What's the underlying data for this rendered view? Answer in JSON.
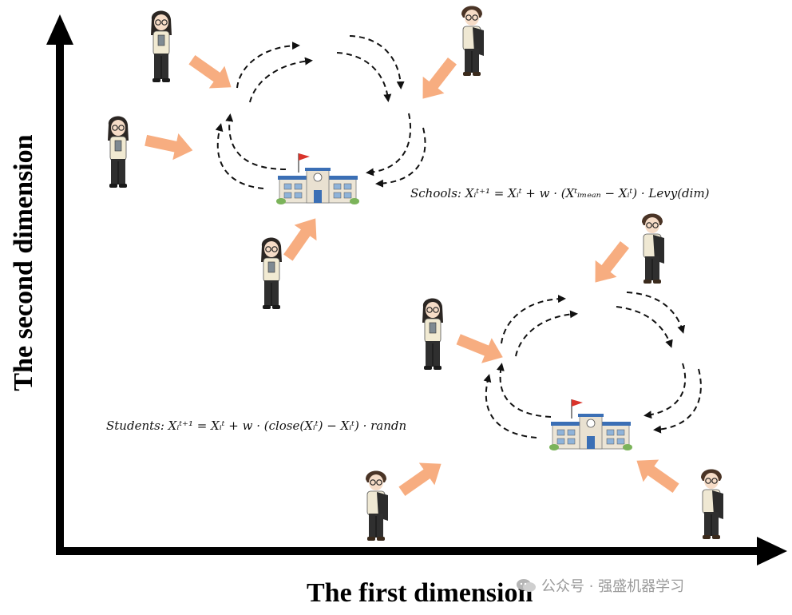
{
  "axes": {
    "x_label": "The first dimension",
    "y_label": "The second dimension"
  },
  "formulas": {
    "schools": "Schools: Xᵢᵗ⁺¹ = Xᵢᵗ + w · (Xᵗᵢₘₑₐₙ − Xᵢᵗ) · Levy(dim)",
    "students": "Students: Xᵢᵗ⁺¹ = Xᵢᵗ + w · (close(Xᵢᵗ) − Xᵢᵗ) · randn"
  },
  "watermark": "公众号 · 强盛机器学习",
  "icons": {
    "student_female": "female-student-icon",
    "student_male": "male-student-icon",
    "school": "school-building-icon",
    "influence_arrow": "orange-arrow-icon",
    "cycle_arrow": "dashed-curved-arrow-icon"
  },
  "colors": {
    "axis": "#000000",
    "influence_arrow": "#f7ad80",
    "dashed_arrow": "#111111",
    "school_roof": "#3b6fb5",
    "flag": "#d9342b"
  }
}
